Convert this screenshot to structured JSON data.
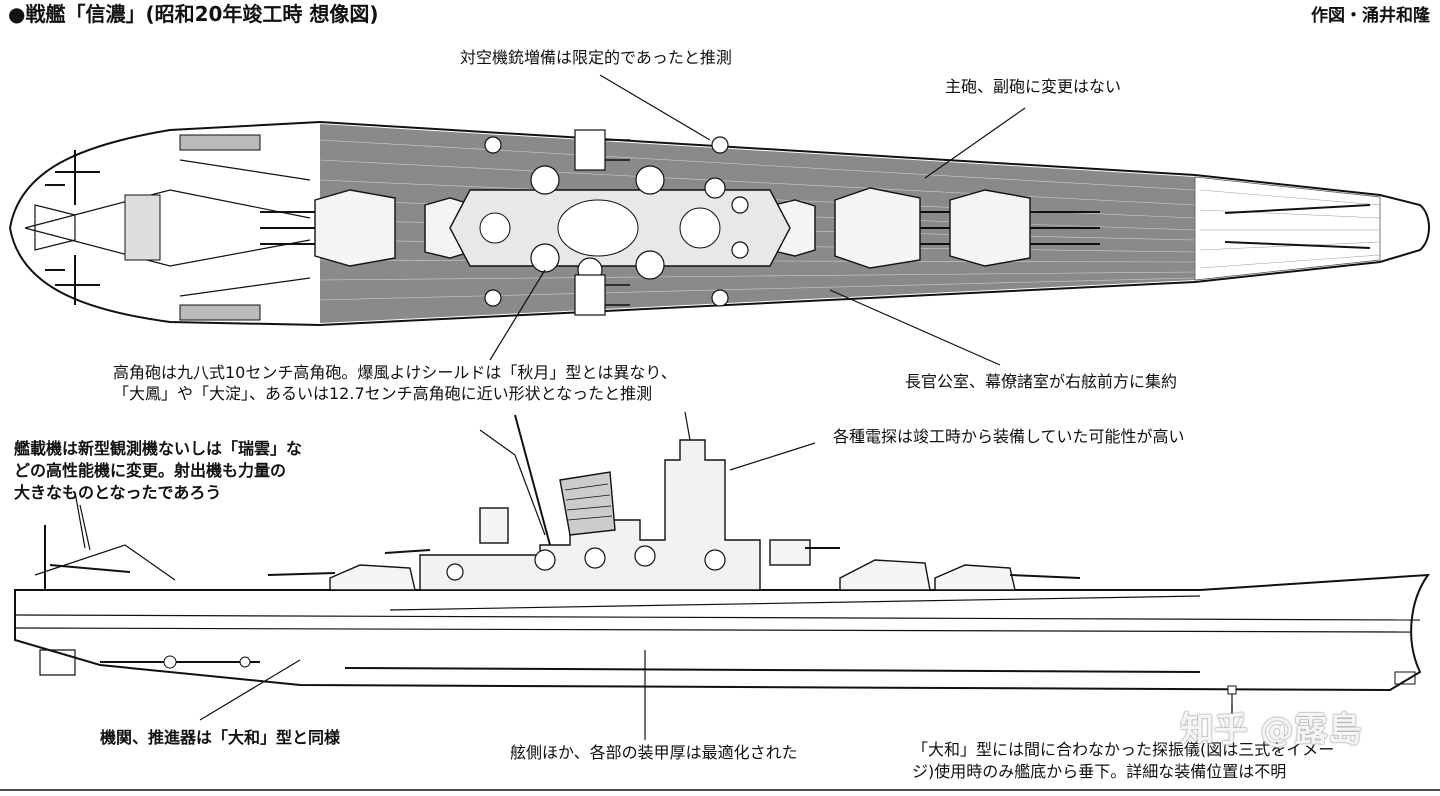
{
  "header": {
    "title": "●戦艦「信濃」(昭和20年竣工時 想像図)",
    "author": "作図・涌井和隆"
  },
  "annotations": {
    "aa_guns": "対空機銃増備は限定的であったと推測",
    "main_guns": "主砲、副砲に変更はない",
    "ha_guns_line1": "高角砲は九八式10センチ高角砲。爆風よけシールドは「秋月」型とは異なり、",
    "ha_guns_line2": "「大鳳」や「大淀」、あるいは12.7センチ高角砲に近い形状となったと推測",
    "officers_room": "長官公室、幕僚諸室が右舷前方に集約",
    "radar": "各種電探は竣工時から装備していた可能性が高い",
    "aircraft_line1": "艦載機は新型観測機ないしは「瑞雲」な",
    "aircraft_line2": "どの高性能機に変更。射出機も力量の",
    "aircraft_line3": "大きなものとなったであろう",
    "engine": "機関、推進器は「大和」型と同様",
    "armor": "舷側ほか、各部の装甲厚は最適化された",
    "sonar_line1": "「大和」型には間に合わなかった探振儀(図は三式をイメー",
    "sonar_line2": "ジ)使用時のみ艦底から垂下。詳細な装備位置は不明"
  },
  "watermark": "知乎 @露島",
  "colors": {
    "ink": "#111111",
    "deck": "#8a8a8a",
    "background": "#ffffff"
  }
}
